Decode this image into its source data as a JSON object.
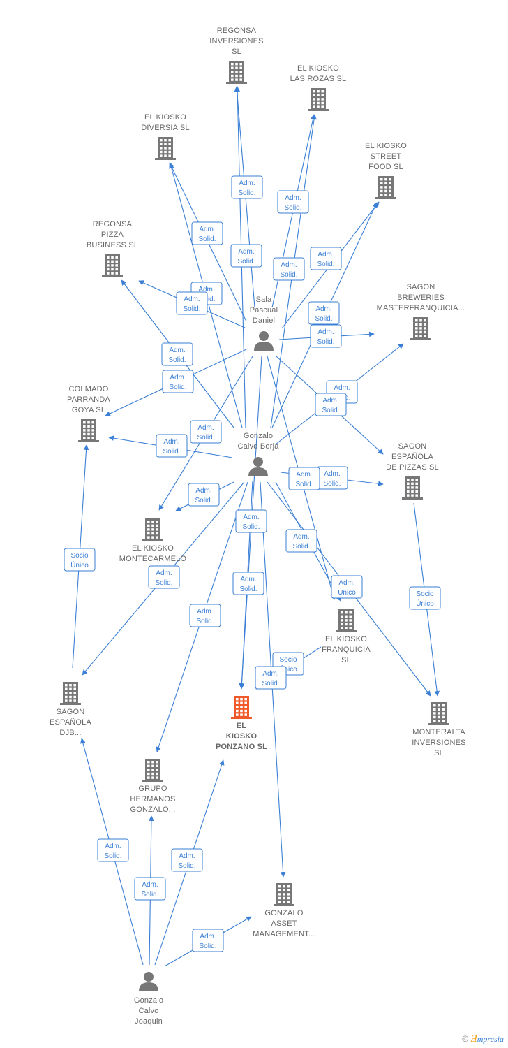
{
  "nodes": [
    {
      "id": "regonsa_inv",
      "type": "company",
      "label": [
        "REGONSA",
        "INVERSIONES",
        "SL"
      ]
    },
    {
      "id": "kiosko_rozas",
      "type": "company",
      "label": [
        "EL KIOSKO",
        "LAS ROZAS  SL"
      ]
    },
    {
      "id": "kiosko_diversia",
      "type": "company",
      "label": [
        "EL KIOSKO",
        "DIVERSIA  SL"
      ]
    },
    {
      "id": "kiosko_street",
      "type": "company",
      "label": [
        "EL KIOSKO",
        "STREET",
        "FOOD  SL"
      ]
    },
    {
      "id": "regonsa_pizza",
      "type": "company",
      "label": [
        "REGONSA",
        "PIZZA",
        "BUSINESS  SL"
      ]
    },
    {
      "id": "sagon_breweries",
      "type": "company",
      "label": [
        "SAGON",
        "BREWERIES",
        "MASTERFRANQUICIA..."
      ]
    },
    {
      "id": "sala",
      "type": "person",
      "label": [
        "Sala",
        "Pascual",
        "Daniel"
      ]
    },
    {
      "id": "colmado",
      "type": "company",
      "label": [
        "COLMADO",
        "PARRANDA",
        "GOYA  SL"
      ]
    },
    {
      "id": "gonzalo_borja",
      "type": "person",
      "label": [
        "Gonzalo",
        "Calvo Borja"
      ]
    },
    {
      "id": "sagon_pizzas",
      "type": "company",
      "label": [
        "SAGON",
        "ESPAÑOLA",
        "DE PIZZAS  SL"
      ]
    },
    {
      "id": "kiosko_montecarmelo",
      "type": "company",
      "label": [
        "EL KIOSKO",
        "MONTECARMELO"
      ]
    },
    {
      "id": "kiosko_franquicia",
      "type": "company",
      "label": [
        "EL KIOSKO",
        "FRANQUICIA",
        "SL"
      ]
    },
    {
      "id": "sagon_djb",
      "type": "company",
      "label": [
        "SAGON",
        "ESPAÑOLA",
        "DJB..."
      ]
    },
    {
      "id": "kiosko_ponzano",
      "type": "company",
      "focus": true,
      "label": [
        "EL",
        "KIOSKO",
        "PONZANO  SL"
      ]
    },
    {
      "id": "monteralta",
      "type": "company",
      "label": [
        "MONTERALTA",
        "INVERSIONES",
        "SL"
      ]
    },
    {
      "id": "grupo_hermanos",
      "type": "company",
      "label": [
        "GRUPO",
        "HERMANOS",
        "GONZALO..."
      ]
    },
    {
      "id": "gonzalo_asset",
      "type": "company",
      "label": [
        "GONZALO",
        "ASSET",
        "MANAGEMENT..."
      ]
    },
    {
      "id": "gonzalo_joaquin",
      "type": "person",
      "label": [
        "Gonzalo",
        "Calvo",
        "Joaquin"
      ]
    }
  ],
  "edges": [
    {
      "from": "sala",
      "to": "regonsa_inv",
      "label": [
        "Adm.",
        "Solid."
      ]
    },
    {
      "from": "gonzalo_borja",
      "to": "regonsa_inv",
      "label": [
        "Adm.",
        "Solid."
      ]
    },
    {
      "from": "sala",
      "to": "kiosko_rozas",
      "label": [
        "Adm.",
        "Solid."
      ]
    },
    {
      "from": "gonzalo_borja",
      "to": "kiosko_rozas",
      "label": [
        "Adm.",
        "Solid."
      ]
    },
    {
      "from": "sala",
      "to": "kiosko_diversia",
      "label": [
        "Adm.",
        "Solid."
      ]
    },
    {
      "from": "gonzalo_borja",
      "to": "kiosko_diversia",
      "label": [
        "Adm.",
        "Solid."
      ]
    },
    {
      "from": "sala",
      "to": "kiosko_street",
      "label": [
        "Adm.",
        "Solid."
      ]
    },
    {
      "from": "gonzalo_borja",
      "to": "kiosko_street",
      "label": [
        "Adm.",
        "Solid."
      ]
    },
    {
      "from": "sala",
      "to": "regonsa_pizza",
      "label": [
        "Adm.",
        "Solid."
      ]
    },
    {
      "from": "gonzalo_borja",
      "to": "regonsa_pizza",
      "label": [
        "Adm.",
        "Solid."
      ]
    },
    {
      "from": "sala",
      "to": "sagon_breweries",
      "label": [
        "Adm.",
        "Solid."
      ]
    },
    {
      "from": "gonzalo_borja",
      "to": "sagon_breweries",
      "label": [
        "Adm.",
        "Solid."
      ]
    },
    {
      "from": "sala",
      "to": "colmado",
      "label": [
        "Adm.",
        "Solid."
      ]
    },
    {
      "from": "gonzalo_borja",
      "to": "colmado",
      "label": [
        "Adm.",
        "Solid."
      ]
    },
    {
      "from": "sala",
      "to": "sagon_pizzas",
      "label": [
        "Adm.",
        "Solid."
      ]
    },
    {
      "from": "gonzalo_borja",
      "to": "sagon_pizzas",
      "label": [
        "Adm.",
        "Solid."
      ]
    },
    {
      "from": "sala",
      "to": "kiosko_montecarmelo",
      "label": [
        "Adm.",
        "Solid."
      ]
    },
    {
      "from": "gonzalo_borja",
      "to": "kiosko_montecarmelo",
      "label": [
        "Adm.",
        "Solid."
      ]
    },
    {
      "from": "sala",
      "to": "kiosko_franquicia",
      "label": [
        "Adm.",
        "Unico"
      ]
    },
    {
      "from": "gonzalo_borja",
      "to": "kiosko_franquicia",
      "label": [
        "Adm.",
        "Solid."
      ]
    },
    {
      "from": "sala",
      "to": "kiosko_ponzano",
      "label": [
        "Adm.",
        "Solid."
      ]
    },
    {
      "from": "gonzalo_borja",
      "to": "kiosko_ponzano",
      "label": [
        "Adm.",
        "Solid."
      ]
    },
    {
      "from": "kiosko_franquicia",
      "to": "kiosko_ponzano",
      "label": [
        "Socio",
        "Único"
      ]
    },
    {
      "from": "gonzalo_borja",
      "to": "sagon_djb",
      "label": [
        "Adm.",
        "Solid."
      ]
    },
    {
      "from": "sagon_djb",
      "to": "colmado",
      "label": [
        "Socio",
        "Único"
      ]
    },
    {
      "from": "gonzalo_borja",
      "to": "grupo_hermanos",
      "label": [
        "Adm.",
        "Solid."
      ]
    },
    {
      "from": "gonzalo_borja",
      "to": "gonzalo_asset",
      "label": [
        "Adm.",
        "Solid."
      ]
    },
    {
      "from": "gonzalo_borja",
      "to": "monteralta",
      "label": [
        "Adm.",
        "Solid."
      ]
    },
    {
      "from": "sagon_pizzas",
      "to": "monteralta",
      "label": [
        "Socio",
        "Único"
      ]
    },
    {
      "from": "gonzalo_joaquin",
      "to": "sagon_djb",
      "label": [
        "Adm.",
        "Solid."
      ]
    },
    {
      "from": "gonzalo_joaquin",
      "to": "grupo_hermanos",
      "label": [
        "Adm.",
        "Solid."
      ]
    },
    {
      "from": "gonzalo_joaquin",
      "to": "kiosko_ponzano",
      "label": [
        "Adm.",
        "Solid."
      ]
    },
    {
      "from": "gonzalo_joaquin",
      "to": "gonzalo_asset",
      "label": [
        "Adm.",
        "Solid."
      ]
    }
  ],
  "brand": {
    "copyright": "©",
    "e": "Ǝ",
    "rest": "mpresia"
  },
  "colors": {
    "edge": "#3a7fd5",
    "node": "#777777",
    "focus": "#f05a2a",
    "label": "#666666"
  }
}
